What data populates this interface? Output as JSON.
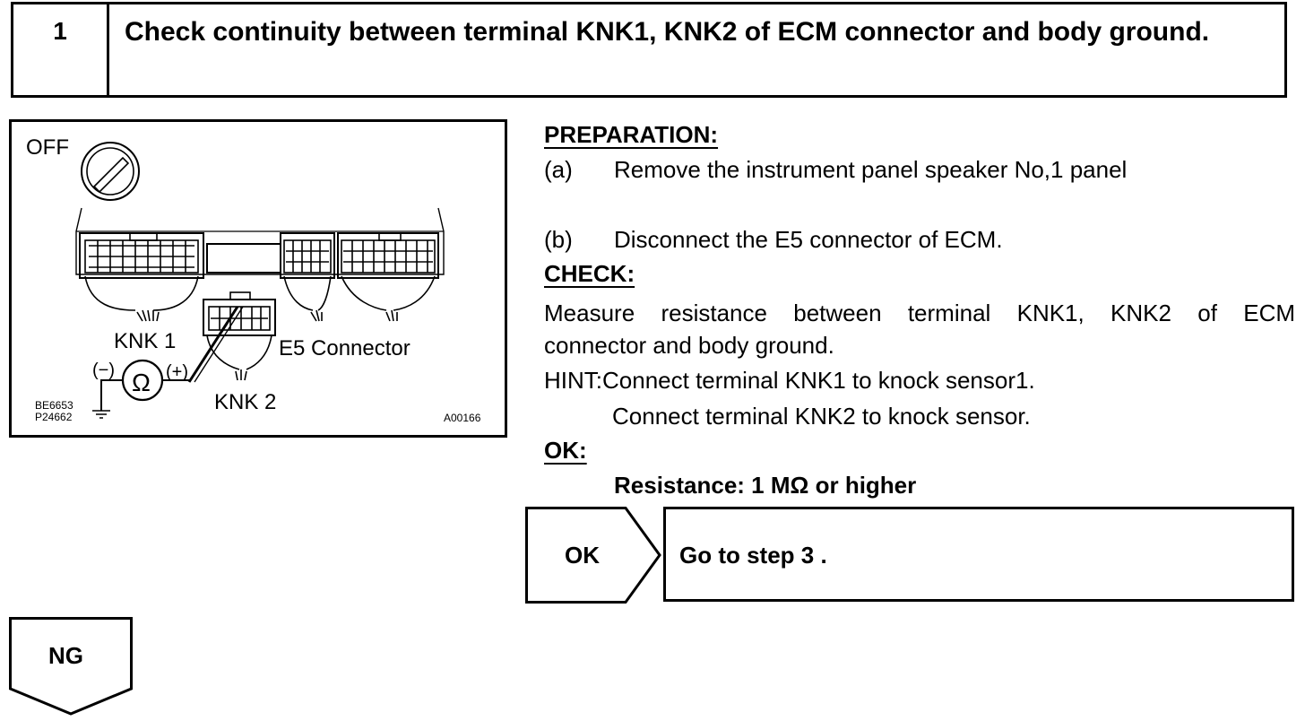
{
  "step": {
    "number": "1",
    "title": "Check continuity between terminal KNK1, KNK2 of ECM connector and body ground."
  },
  "figure": {
    "ignition_label": "OFF",
    "ignition_icon": "ignition-key-icon",
    "ohmmeter_icon": "ohmmeter-icon",
    "ohm_symbol": "Ω",
    "minus_label": "(−)",
    "plus_label": "(+)",
    "knk1_label": "KNK 1",
    "knk2_label": "KNK 2",
    "connector_label": "E5 Connector",
    "ref_code_1": "BE6653",
    "ref_code_2": "P24662",
    "figure_id": "A00166"
  },
  "preparation": {
    "heading": "PREPARATION:",
    "a_marker": "(a)",
    "a_text": "Remove the instrument panel speaker No,1 panel",
    "b_marker": "(b)",
    "b_text": "Disconnect the E5 connector of ECM."
  },
  "check": {
    "heading": "CHECK:",
    "text_line1": "Measure resistance between terminal KNK1, KNK2 of ECM",
    "text_line2": "connector and body ground.",
    "hint_line1": "HINT:Connect terminal KNK1 to knock sensor1.",
    "hint_line2": "Connect terminal KNK2 to knock sensor."
  },
  "ok": {
    "heading": "OK:",
    "spec": "Resistance: 1 MΩ or higher"
  },
  "flow": {
    "ok_label": "OK",
    "ok_action": "Go to step 3 .",
    "ng_label": "NG"
  }
}
